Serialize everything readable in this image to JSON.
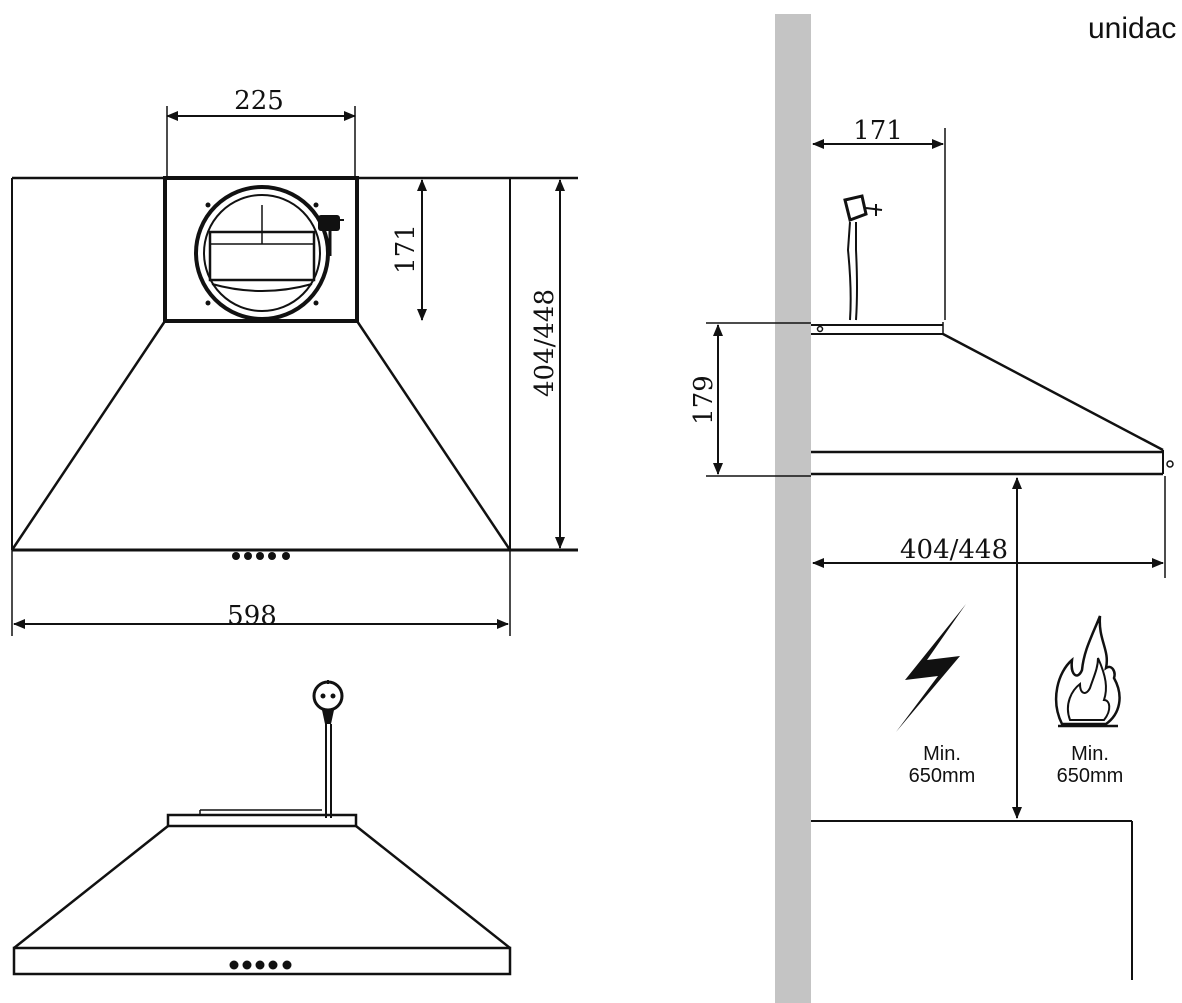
{
  "header": {
    "unit_label": "unidac"
  },
  "front_view": {
    "dim_outlet_width": "225",
    "dim_outlet_height": "171",
    "dim_total_height": "404/448",
    "dim_total_width": "598"
  },
  "side_view": {
    "dim_top_depth": "171",
    "dim_body_height": "179",
    "dim_depth": "404/448",
    "clearance_electric": {
      "min": "Min.",
      "value": "650mm"
    },
    "clearance_gas": {
      "min": "Min.",
      "value": "650mm"
    }
  },
  "icons": {
    "electric": "lightning-bolt-icon",
    "gas": "flame-icon",
    "plug": "power-plug-icon"
  },
  "colors": {
    "line": "#111111",
    "wall": "#c4c4c4",
    "background": "#ffffff"
  }
}
